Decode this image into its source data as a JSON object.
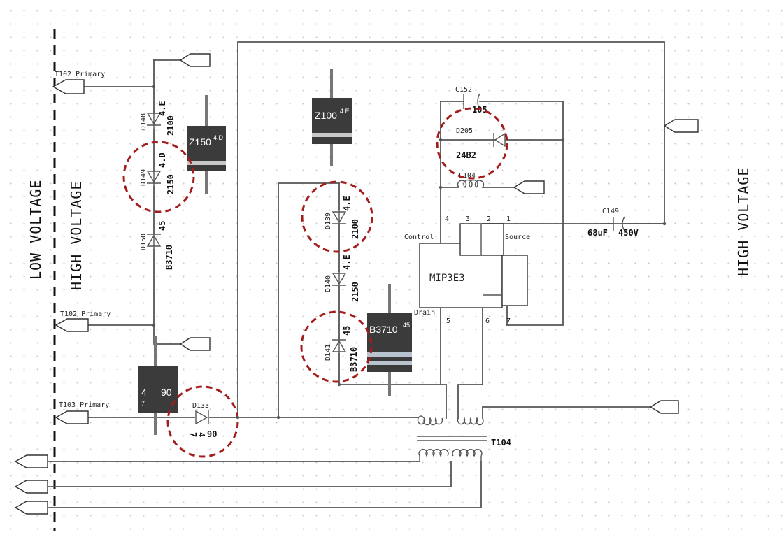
{
  "boundary": {
    "low_voltage": "LOW VOLTAGE",
    "high_voltage": "HIGH VOLTAGE",
    "high_voltage_right": "HIGH VOLTAGE"
  },
  "ports": {
    "t102_primary_top": "T102 Primary",
    "t102_primary_mid": "T102 Primary",
    "t103_primary": "T103 Primary"
  },
  "diodes": {
    "d148": {
      "ref": "D148",
      "code": "4.E",
      "value": "2100"
    },
    "d149": {
      "ref": "D149",
      "code": "4.D",
      "value": "2150"
    },
    "d150": {
      "ref": "D150",
      "code": "45",
      "value": "B3710"
    },
    "d139": {
      "ref": "D139",
      "code": "4.E",
      "value": "2100"
    },
    "d140": {
      "ref": "D140",
      "code": "4.E",
      "value": "2150"
    },
    "d141": {
      "ref": "D141",
      "code": "45",
      "value": "B3710"
    },
    "d133": {
      "ref": "D133",
      "code_a": "4",
      "code_b": "7",
      "value": "90"
    },
    "d205": {
      "ref": "D205",
      "value": "24B2"
    }
  },
  "packages": {
    "z150": {
      "name": "Z150",
      "sup": "4.D"
    },
    "z100": {
      "name": "Z100",
      "sup": "4.E"
    },
    "b3710": {
      "name": "B3710",
      "sup": "45"
    },
    "p90": {
      "left": "4",
      "left_sub": "7",
      "right": "90"
    }
  },
  "ic": {
    "name": "MIP3E3",
    "control": "Control",
    "source": "Source",
    "drain": "Drain",
    "pins": [
      "1",
      "2",
      "3",
      "4",
      "5",
      "6",
      "7"
    ]
  },
  "passives": {
    "c152": {
      "ref": "C152",
      "value": "105"
    },
    "l104": {
      "ref": "L104"
    },
    "c149": {
      "ref": "C149",
      "value_a": "68uF",
      "value_b": "450V"
    },
    "t104": {
      "ref": "T104"
    }
  }
}
